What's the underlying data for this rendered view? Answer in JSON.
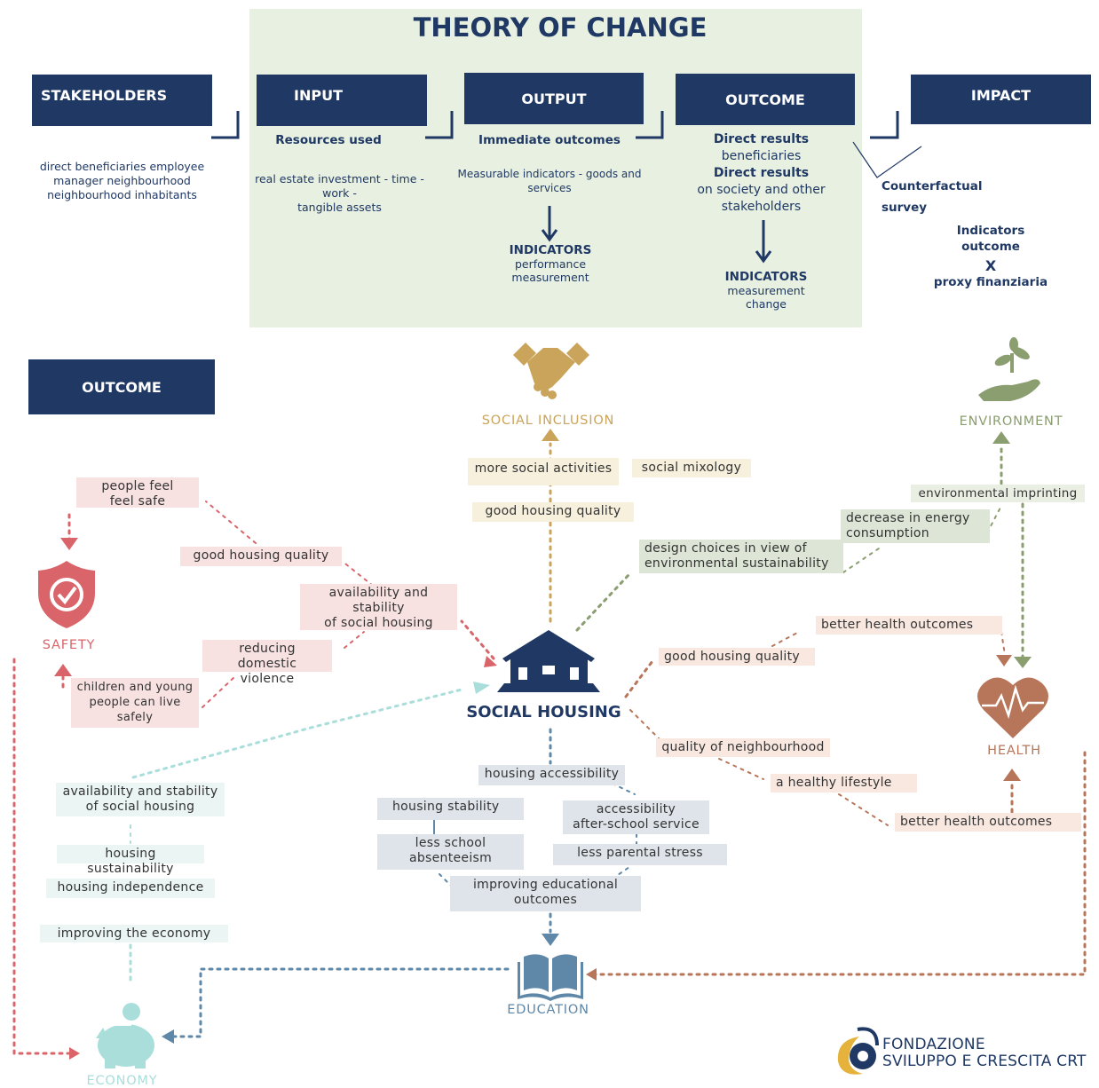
{
  "title": "THEORY OF CHANGE",
  "header": {
    "stakeholders": "STAKEHOLDERS",
    "input": "INPUT",
    "output": "OUTPUT",
    "outcome": "OUTCOME",
    "impact": "IMPACT"
  },
  "stakeholders_text": [
    "direct beneficiaries employee",
    "manager neighbourhood",
    "neighbourhood inhabitants"
  ],
  "input_sub": "Resources used",
  "input_text": [
    "real estate investment - time -",
    "work -",
    "tangible assets"
  ],
  "output_sub": "Immediate outcomes",
  "output_text": [
    "Measurable indicators - goods and",
    "services"
  ],
  "output_ind": {
    "title": "INDICATORS",
    "l1": "performance",
    "l2": "measurement"
  },
  "outcome_lines": {
    "a": "Direct results",
    "b": "beneficiaries",
    "c": "Direct results",
    "d": "on society and other",
    "e": "stakeholders"
  },
  "outcome_ind": {
    "title": "INDICATORS",
    "l1": "measurement",
    "l2": "change"
  },
  "impact_cf": {
    "a": "Counterfactual",
    "b": "survey"
  },
  "impact_ind": {
    "a": "Indicators",
    "b": "outcome",
    "x": "X",
    "c": "proxy finanziaria"
  },
  "outcome_box": "OUTCOME",
  "center": "SOCIAL HOUSING",
  "categories": {
    "social_inclusion": "SOCIAL INCLUSION",
    "environment": "ENVIRONMENT",
    "safety": "SAFETY",
    "health": "HEALTH",
    "education": "EDUCATION",
    "economy": "ECONOMY"
  },
  "labels": {
    "people_feel_safe": "people feel\nfeel safe",
    "good_housing_quality_safety": "good housing quality",
    "availability_safety": "availability and\nstability\nof social housing",
    "reducing_violence": "reducing domestic\nviolence",
    "children_safely": "children and young\npeople can live\nsafely",
    "more_social": "more social activities",
    "social_mixology": "social mixology",
    "good_housing_quality_inclusion": "good housing quality",
    "env_imprinting": "environmental imprinting",
    "decrease_energy": "decrease in energy\nconsumption",
    "design_choices": "design choices in view of\nenvironmental sustainability",
    "better_health_1": "better health outcomes",
    "good_housing_quality_health": "good housing quality",
    "quality_neighbourhood": "quality of neighbourhood",
    "healthy_lifestyle": "a healthy lifestyle",
    "better_health_2": "better health outcomes",
    "housing_accessibility": "housing accessibility",
    "housing_stability": "housing stability",
    "less_absenteeism": "less school\nabsenteeism",
    "accessibility_after": "accessibility\nafter-school service",
    "less_parental": "less parental stress",
    "improving_edu": "improving educational\noutcomes",
    "availability_econ": "availability and stability\nof social housing",
    "housing_sustainability": "housing sustainability",
    "housing_independence": "housing independence",
    "improving_economy": "improving the economy"
  },
  "logo": {
    "line1": "FONDAZIONE",
    "line2": "SVILUPPO E CRESCITA CRT"
  },
  "colors": {
    "navy": "#1f3864",
    "safety": "#d9646a",
    "inclusion": "#c9a45a",
    "environment": "#8a9e70",
    "health": "#b7765a",
    "education": "#5e87a8",
    "economy": "#a9dedb"
  }
}
